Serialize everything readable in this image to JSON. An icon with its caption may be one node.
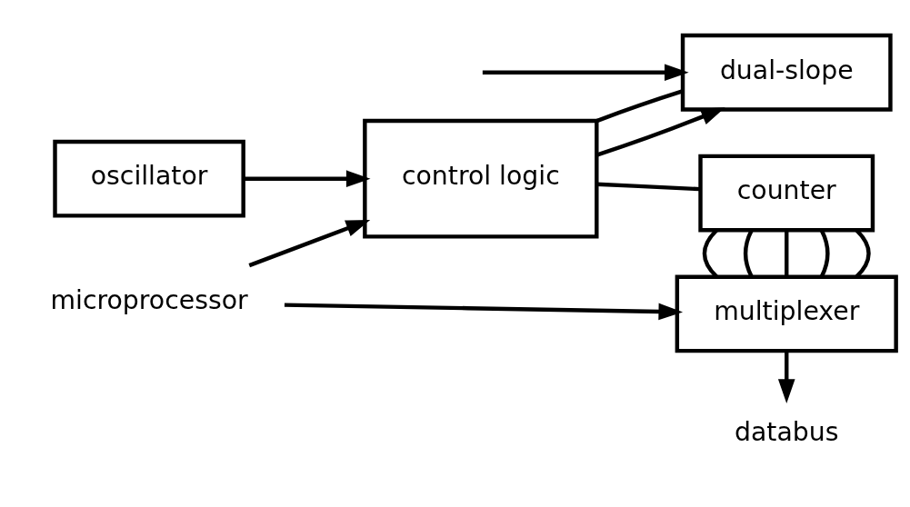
{
  "diagram": {
    "nodes": [
      {
        "text": [
          "oscillator"
        ]
      },
      {
        "text": [
          "microprocessor"
        ]
      },
      {
        "text": [
          "dual-slope"
        ]
      },
      {
        "text": [
          "control logic"
        ]
      },
      {
        "text": [
          "counter"
        ]
      },
      {
        "text": [
          "multiplexer"
        ]
      },
      {
        "text": [
          "databus"
        ]
      }
    ],
    "edges": [
      {
        "from": null,
        "to": 2,
        "arrow": "to"
      },
      {
        "from": 2,
        "to": 3,
        "arrow": "none"
      },
      {
        "from": 0,
        "to": 3,
        "arrow": "to"
      },
      {
        "from": 1,
        "to": 3,
        "arrow": "to"
      },
      {
        "from": 1,
        "to": 5,
        "arrow": "to"
      },
      {
        "from": 3,
        "to": 4,
        "arrow": "none"
      },
      {
        "from": 4,
        "to": 5,
        "arrow": "none"
      },
      {
        "from": 4,
        "to": 5,
        "arrow": "none"
      },
      {
        "from": 4,
        "to": 5,
        "arrow": "none"
      },
      {
        "from": 4,
        "to": 5,
        "arrow": "none"
      },
      {
        "from": 4,
        "to": 5,
        "arrow": "none"
      },
      {
        "from": 3,
        "to": 2,
        "arrow": "to"
      },
      {
        "from": 5,
        "to": 6,
        "arrow": "to"
      }
    ]
  }
}
